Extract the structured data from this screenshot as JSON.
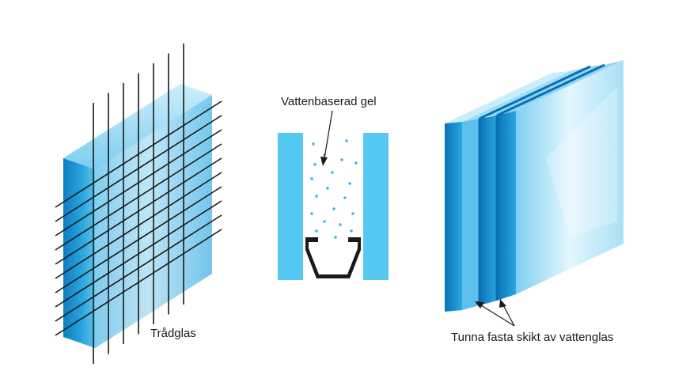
{
  "labels": {
    "wired_glass": "Trådglas",
    "water_gel": "Vattenbaserad gel",
    "thin_layers": "Tunna fasta skikt av vattenglas"
  },
  "colors": {
    "glass_dark": "#0a7fc4",
    "glass_mid": "#2aa6e0",
    "glass_light": "#bfe8f8",
    "glass_pane": "#55c8f2",
    "wire": "#1a1a1a",
    "gel_dot": "#3cb4e6",
    "frame": "#1a1a1a"
  }
}
